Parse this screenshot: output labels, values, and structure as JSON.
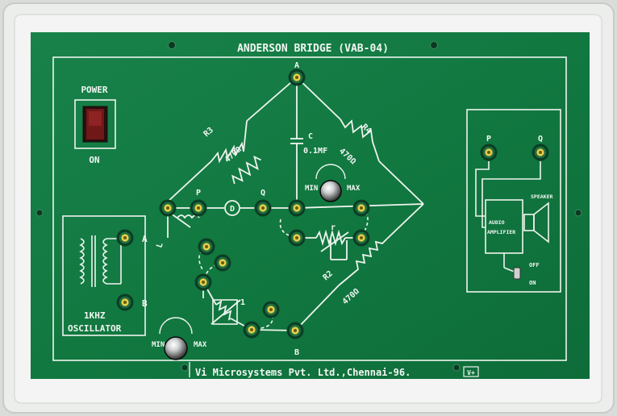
{
  "board": {
    "title": "ANDERSON BRIDGE (VAB-04)",
    "footer": "Vi Microsystems Pvt. Ltd.,Chennai-96.",
    "footer_logo": "V+",
    "colors": {
      "board": "#127a3f",
      "frame": "#e9ebe9",
      "line": "#eef4ee",
      "terminal_ring": "#0c4a2c",
      "terminal_core": "#e0c640"
    }
  },
  "power": {
    "label": "POWER",
    "state_label": "ON"
  },
  "oscillator": {
    "label_freq": "1KHZ",
    "label_name": "OSCILLATOR",
    "term_a": "A",
    "term_b": "B"
  },
  "bridge": {
    "node_a": "A",
    "node_b": "B",
    "node_p": "P",
    "node_q": "Q",
    "detector": "D",
    "r3": "R3",
    "r3_val": "470Ω",
    "r4": "R4",
    "r4_val": "470Ω",
    "r2": "R2",
    "r2_val": "470Ω",
    "c_label": "C",
    "c_val": "0.1MF",
    "r_label": "r",
    "r1_label": "r1",
    "l_label": "L",
    "min_label": "MIN",
    "max_label": "MAX",
    "min_label_2": "MIN",
    "max_label_2": "MAX"
  },
  "amplifier": {
    "term_p": "P",
    "term_q": "Q",
    "speaker_label": "SPEAKER",
    "amp_line1": "AUDIO",
    "amp_line2": "AMPLIFIER",
    "off_label": "OFF",
    "on_label": "ON"
  }
}
